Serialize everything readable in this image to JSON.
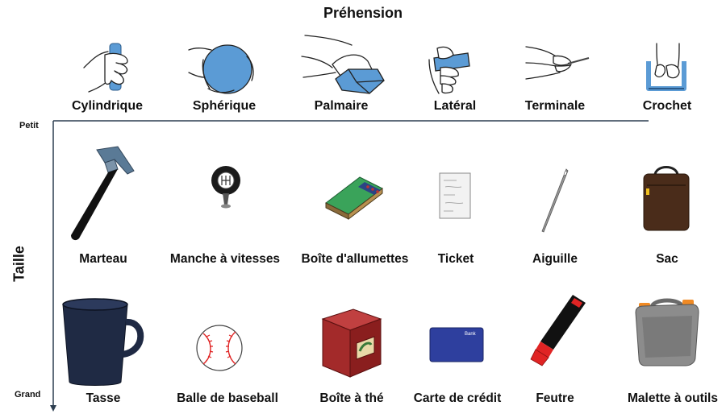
{
  "title": "Préhension",
  "axes": {
    "vertical_label": "Taille",
    "top_label": "Petit",
    "bottom_label": "Grand"
  },
  "grasps": [
    {
      "label": "Cylindrique",
      "icon": "cylindrical-grasp-icon"
    },
    {
      "label": "Sphérique",
      "icon": "spherical-grasp-icon"
    },
    {
      "label": "Palmaire",
      "icon": "palmar-grasp-icon"
    },
    {
      "label": "Latéral",
      "icon": "lateral-grasp-icon"
    },
    {
      "label": "Terminale",
      "icon": "terminal-grasp-icon"
    },
    {
      "label": "Crochet",
      "icon": "hook-grasp-icon"
    }
  ],
  "small_objects": [
    {
      "label": "Marteau",
      "icon": "hammer-icon"
    },
    {
      "label": "Manche à vitesses",
      "icon": "gear-shift-icon"
    },
    {
      "label": "Boîte d'allumettes",
      "icon": "matchbox-icon"
    },
    {
      "label": "Ticket",
      "icon": "ticket-icon"
    },
    {
      "label": "Aiguille",
      "icon": "needle-icon"
    },
    {
      "label": "Sac",
      "icon": "bag-icon"
    }
  ],
  "large_objects": [
    {
      "label": "Tasse",
      "icon": "mug-icon"
    },
    {
      "label": "Balle de baseball",
      "icon": "baseball-icon"
    },
    {
      "label": "Boîte à thé",
      "icon": "tea-box-icon"
    },
    {
      "label": "Carte de crédit",
      "icon": "credit-card-icon",
      "card_text": "Bank"
    },
    {
      "label": "Feutre",
      "icon": "marker-icon"
    },
    {
      "label": "Malette à outils",
      "icon": "toolbox-icon"
    }
  ],
  "colors": {
    "grip_blue": "#5b9bd5",
    "axis": "#2d3e50",
    "mug": "#1f2a44",
    "tea_box": "#a32a2a",
    "card": "#2e3f9e",
    "marker_red": "#e02424",
    "toolbox": "#8c8c8c",
    "toolbox_orange": "#f08a24",
    "matchbox_green": "#3aa35a",
    "bag_brown": "#4a2c1a"
  }
}
